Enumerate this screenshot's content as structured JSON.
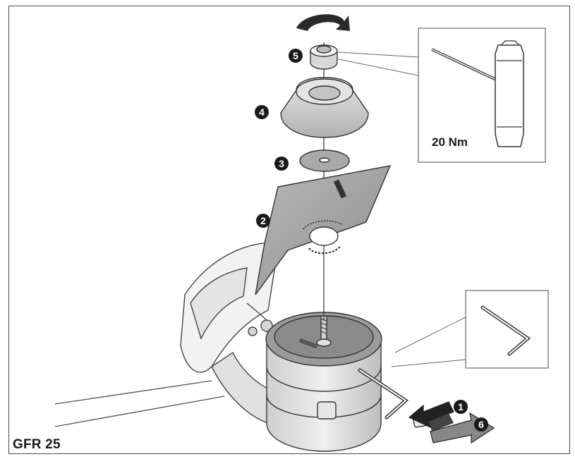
{
  "figure": {
    "model_label": "GFR 25",
    "torque_label": "20 Nm",
    "callouts": [
      "5",
      "4",
      "3",
      "2",
      "1",
      "6"
    ]
  }
}
